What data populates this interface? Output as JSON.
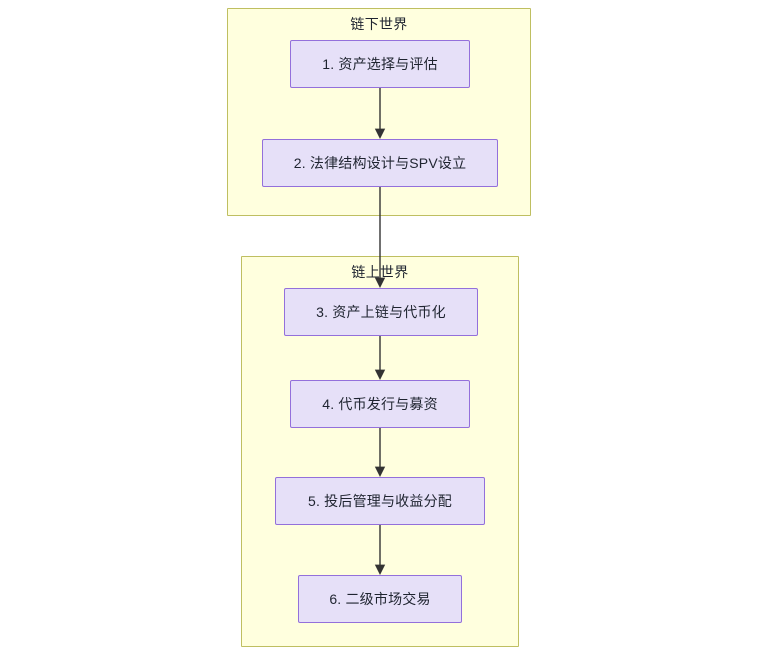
{
  "diagram": {
    "type": "flowchart",
    "direction": "top-to-bottom",
    "colors": {
      "cluster_fill": "#ffffde",
      "cluster_stroke": "#bfbf61",
      "node_fill": "#e6e0f8",
      "node_stroke": "#9370db",
      "text": "#1f2430",
      "edge": "#333333",
      "canvas": "#ffffff"
    }
  },
  "clusters": [
    {
      "id": "offchain",
      "title": "链下世界",
      "node_ids": [
        "n1",
        "n2"
      ]
    },
    {
      "id": "onchain",
      "title": "链上世界",
      "node_ids": [
        "n3",
        "n4",
        "n5",
        "n6"
      ]
    }
  ],
  "nodes": [
    {
      "id": "n1",
      "label": "1. 资产选择与评估",
      "cluster": "offchain"
    },
    {
      "id": "n2",
      "label": "2. 法律结构设计与SPV设立",
      "cluster": "offchain"
    },
    {
      "id": "n3",
      "label": "3. 资产上链与代币化",
      "cluster": "onchain"
    },
    {
      "id": "n4",
      "label": "4. 代币发行与募资",
      "cluster": "onchain"
    },
    {
      "id": "n5",
      "label": "5. 投后管理与收益分配",
      "cluster": "onchain"
    },
    {
      "id": "n6",
      "label": "6. 二级市场交易",
      "cluster": "onchain"
    }
  ],
  "edges": [
    {
      "from": "n1",
      "to": "n2",
      "label": ""
    },
    {
      "from": "n2",
      "to": "n3",
      "label": ""
    },
    {
      "from": "n3",
      "to": "n4",
      "label": ""
    },
    {
      "from": "n4",
      "to": "n5",
      "label": ""
    },
    {
      "from": "n5",
      "to": "n6",
      "label": ""
    }
  ]
}
